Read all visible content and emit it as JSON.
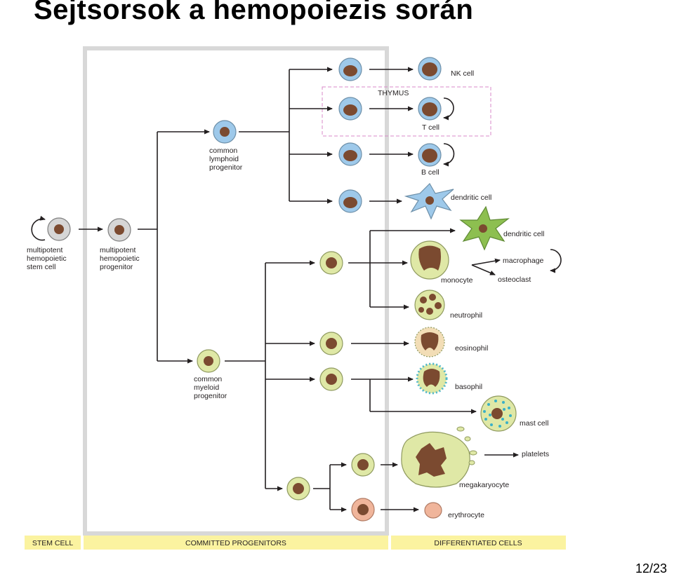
{
  "slide": {
    "title": "Sejtsorsok a hemopoiezis során",
    "page": "12/23"
  },
  "labels": {
    "nk_cell": "NK cell",
    "thymus": "THYMUS",
    "t_cell": "T cell",
    "b_cell": "B cell",
    "dendritic_lymphoid": "dendritic cell",
    "dendritic_myeloid": "dendritic cell",
    "macrophage": "macrophage",
    "monocyte": "monocyte",
    "osteoclast": "osteoclast",
    "neutrophil": "neutrophil",
    "eosinophil": "eosinophil",
    "basophil": "basophil",
    "mast_cell": "mast cell",
    "platelets": "platelets",
    "megakaryocyte": "megakaryocyte",
    "erythrocyte": "erythrocyte",
    "clp": [
      "common",
      "lymphoid",
      "progenitor"
    ],
    "cmp": [
      "common",
      "myeloid",
      "progenitor"
    ],
    "hsc": [
      "multipotent",
      "hemopoietic",
      "stem cell"
    ],
    "mpp": [
      "multipotent",
      "hemopoietic",
      "progenitor"
    ]
  },
  "bands": {
    "stem": "STEM CELL",
    "committed": "COMMITTED PROGENITORS",
    "differentiated": "DIFFERENTIATED CELLS"
  },
  "colors": {
    "lymphoid": "#9ec9ea",
    "myeloid": "#dfe8a6",
    "stem": "#d6d6d6",
    "nucleus": "#7b4a30",
    "band": "#fbf3a0",
    "erythro": "#f0b59b",
    "frame": "#d8d8d8",
    "thymus_border": "#d889c8"
  }
}
